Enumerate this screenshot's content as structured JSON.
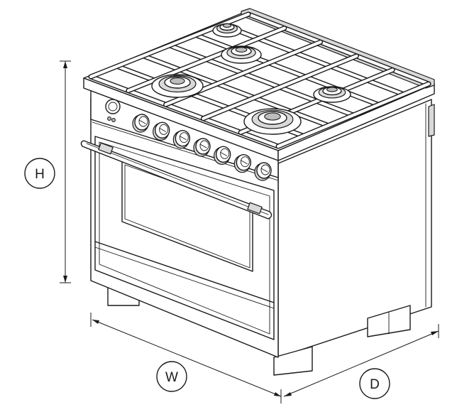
{
  "dimensions": {
    "height_label": "H",
    "width_label": "W",
    "depth_label": "D"
  },
  "appliance": {
    "knob_count": 7,
    "burner_count": 5
  }
}
